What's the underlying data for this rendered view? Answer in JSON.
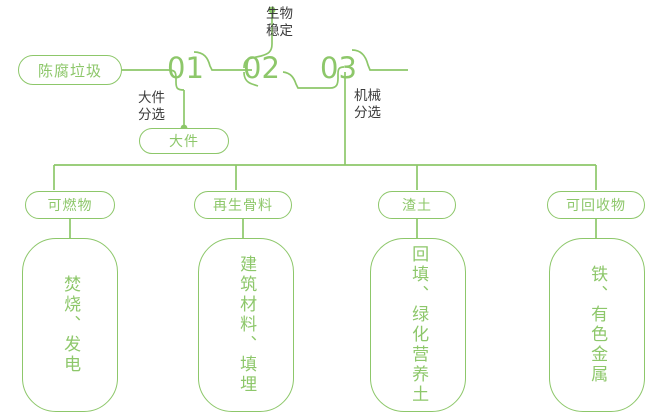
{
  "theme": {
    "green": "#8DC76A",
    "green_text": "#8DC76A",
    "dark_text": "#3B3B3B",
    "background": "#FFFFFF"
  },
  "source": {
    "label": "陈腐垃圾"
  },
  "stages": [
    {
      "number": "01",
      "caption": "大件\n分选",
      "caption_line1": "大件",
      "caption_line2": "分选",
      "output_label": "大件"
    },
    {
      "number": "02",
      "caption_line1": "生物",
      "caption_line2": "稳定"
    },
    {
      "number": "03",
      "caption_line1": "机械",
      "caption_line2": "分选"
    }
  ],
  "outputs": [
    {
      "label": "可燃物",
      "destination": "焚烧、发电"
    },
    {
      "label": "再生骨料",
      "destination": "建筑材料、填埋"
    },
    {
      "label": "渣土",
      "destination": "回填、绿化营养土"
    },
    {
      "label": "可回收物",
      "destination": "铁、有色金属"
    }
  ]
}
